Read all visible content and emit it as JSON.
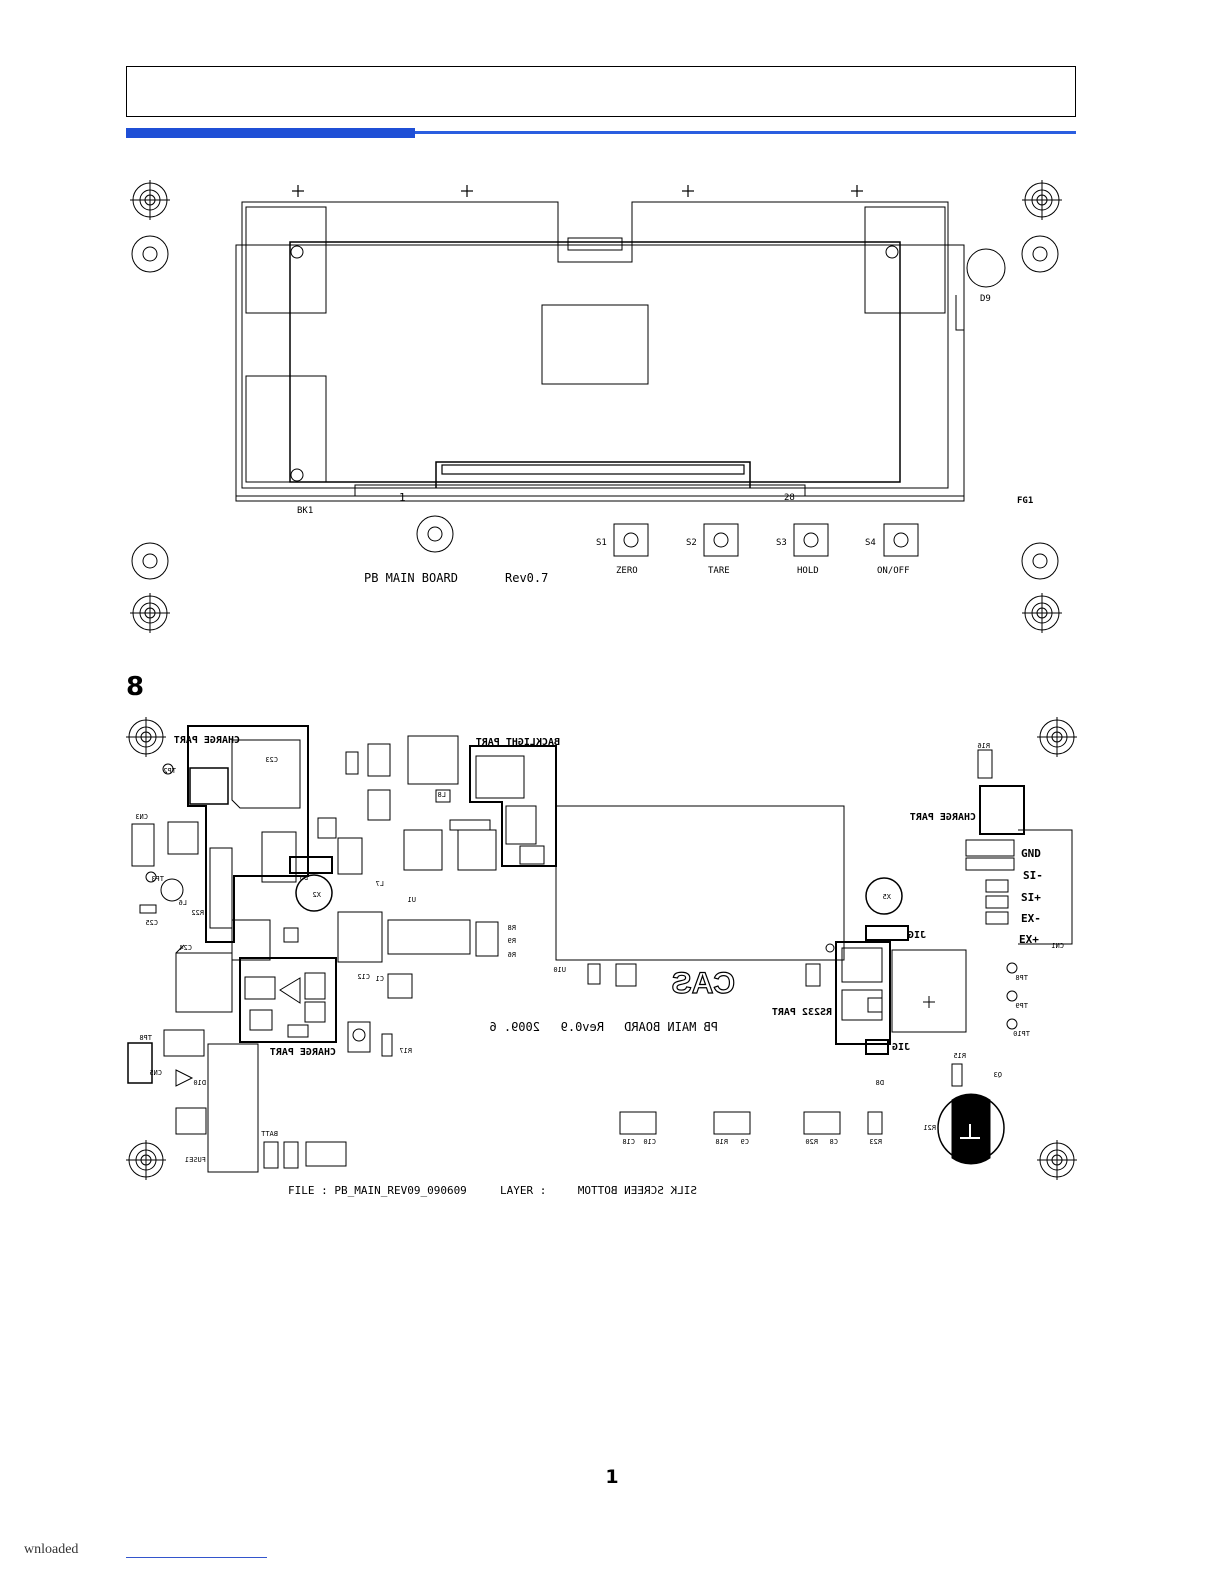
{
  "top_board": {
    "title": "PB MAIN BOARD",
    "revision": "Rev0.7",
    "labels": {
      "bk1": "BK1",
      "pin1": "1",
      "pin28": "28",
      "fg1": "FG1",
      "d9": "D9"
    },
    "switches": [
      {
        "ref": "S1",
        "label": "ZERO"
      },
      {
        "ref": "S2",
        "label": "TARE"
      },
      {
        "ref": "S3",
        "label": "HOLD"
      },
      {
        "ref": "S4",
        "label": "ON/OFF"
      }
    ]
  },
  "section_number": "8",
  "bottom_board": {
    "title": "PB MAIN BOARD",
    "date": "2009. 6",
    "revision": "Rev0.9",
    "logo": "CAS",
    "part_labels": {
      "charge_top": "CHARGE PART",
      "backlight": "BACKLIGHT PART",
      "charge_right": "CHARGE PART",
      "charge_bottom": "CHARGE PART",
      "rs232": "RS232 PART",
      "jig_top": "JIG",
      "jig_bottom": "JIG"
    },
    "connector_pins": [
      "GND",
      "SI-",
      "SI+",
      "EX-",
      "EX+"
    ],
    "file_label": "FILE : PB_MAIN_REV09_090609",
    "layer_label": "LAYER :",
    "layer_value": "SILK SCREEN BOTTOM",
    "refs": [
      "C18",
      "C10",
      "C9",
      "R18",
      "R20",
      "C8",
      "R23",
      "R21",
      "D8",
      "R15",
      "Q3",
      "CN3",
      "TP2",
      "TP3",
      "L6",
      "C25",
      "R22",
      "C24",
      "TP8",
      "CN5",
      "D10",
      "BATT",
      "FUSE1",
      "U1",
      "L7",
      "U10",
      "R8",
      "R9",
      "R6",
      "C1",
      "C12",
      "R17",
      "L8",
      "C23",
      "D5",
      "X2",
      "X5",
      "TP8",
      "TP9",
      "TP10",
      "R16",
      "CN1"
    ]
  },
  "page_number": "1",
  "footer_fragment": "wnloaded"
}
